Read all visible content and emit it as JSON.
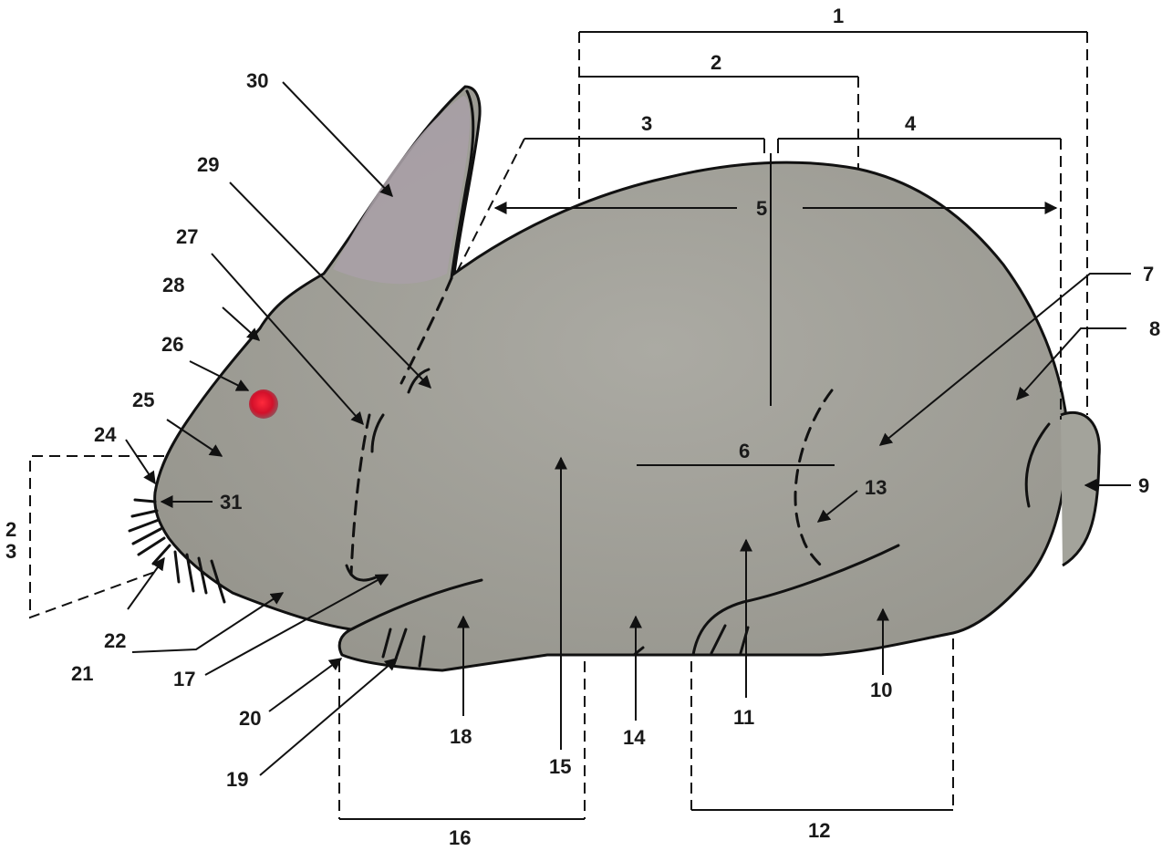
{
  "labels": {
    "l1": "1",
    "l2": "2",
    "l3": "3",
    "l4": "4",
    "l5": "5",
    "l6": "6",
    "l7": "7",
    "l8": "8",
    "l9": "9",
    "l10": "10",
    "l11": "11",
    "l12": "12",
    "l13": "13",
    "l14": "14",
    "l15": "15",
    "l16": "16",
    "l17": "17",
    "l18": "18",
    "l19": "19",
    "l20": "20",
    "l21": "21",
    "l22": "22",
    "l23a": "2",
    "l23b": "3",
    "l24": "24",
    "l25": "25",
    "l26": "26",
    "l27": "27",
    "l28": "28",
    "l29": "29",
    "l30": "30",
    "l31": "31"
  },
  "colors": {
    "body": "#a3a39b",
    "ear_inner": "#a8a0a6",
    "eye": "#e0102a",
    "outline": "#111111"
  }
}
